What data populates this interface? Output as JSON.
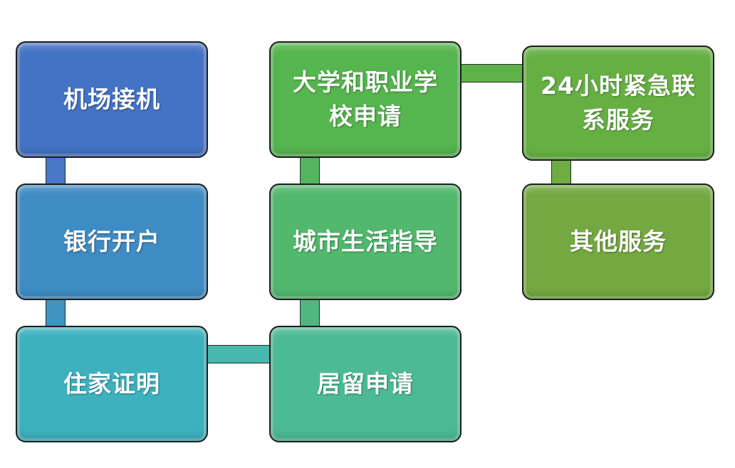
{
  "nodes": [
    {
      "id": "airport",
      "label": "机场接机",
      "color": "#4472c4"
    },
    {
      "id": "bank",
      "label": "银行开户",
      "color": "#3f8cc4"
    },
    {
      "id": "residence",
      "label": "住家证明",
      "color": "#3db1be"
    },
    {
      "id": "permit",
      "label": "居留申请",
      "color": "#4cba94"
    },
    {
      "id": "city",
      "label": "城市生活指导",
      "color": "#51b86e"
    },
    {
      "id": "university",
      "label": "大学和职业学校申请",
      "color": "#55b54e"
    },
    {
      "id": "emergency",
      "label": "24小时紧急联系服务",
      "color": "#66b043"
    },
    {
      "id": "other",
      "label": "其他服务",
      "color": "#74a841"
    }
  ],
  "edges": [
    {
      "from": "airport",
      "to": "bank"
    },
    {
      "from": "bank",
      "to": "residence"
    },
    {
      "from": "residence",
      "to": "permit"
    },
    {
      "from": "permit",
      "to": "city"
    },
    {
      "from": "city",
      "to": "university"
    },
    {
      "from": "university",
      "to": "emergency"
    },
    {
      "from": "emergency",
      "to": "other"
    }
  ]
}
